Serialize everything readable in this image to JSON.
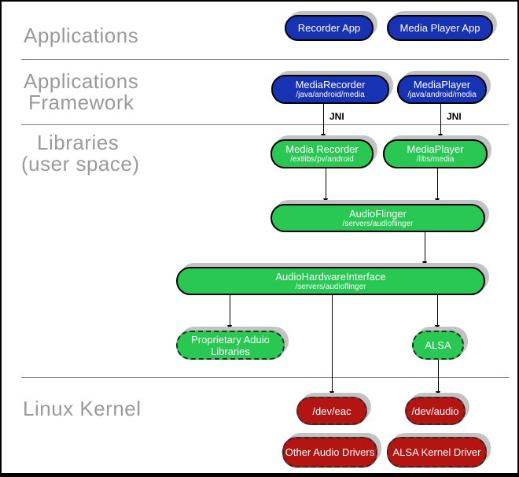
{
  "sections": {
    "applications": {
      "line1": "Applications"
    },
    "applications_framework": {
      "line1": "Applications",
      "line2": "Framework"
    },
    "libraries": {
      "line1": "Libraries",
      "line2": "(user space)"
    },
    "linux_kernel": {
      "line1": "Linux Kernel"
    }
  },
  "edges": {
    "jni_label": "JNI"
  },
  "nodes": {
    "recorder_app": {
      "title": "Recorder App"
    },
    "media_player_app": {
      "title": "Media Player App"
    },
    "media_recorder_fw": {
      "title": "MediaRecorder",
      "subtitle": "/java/android/media"
    },
    "media_player_fw": {
      "title": "MediaPlayer",
      "subtitle": "/java/android/media"
    },
    "media_recorder_lib": {
      "title": "Media Recorder",
      "subtitle": "/extlibs/pv/android"
    },
    "media_player_lib": {
      "title": "MediaPlayer",
      "subtitle": "/libs/media"
    },
    "audioflinger": {
      "title": "AudioFlinger",
      "subtitle": "/servers/audioflinger"
    },
    "audio_hardware_interface": {
      "title": "AudioHardwareInterface",
      "subtitle": "/servers/audioflinger"
    },
    "proprietary_audio_libraries": {
      "title": "Proprietary Aduio Libraries"
    },
    "alsa": {
      "title": "ALSA"
    },
    "dev_eac": {
      "title": "/dev/eac"
    },
    "dev_audio": {
      "title": "/dev/audio"
    },
    "other_audio_drivers": {
      "title": "Other Audio Drivers"
    },
    "alsa_kernel_driver": {
      "title": "ALSA Kernel Driver"
    }
  },
  "colors": {
    "app_blue": "#1733b4",
    "lib_green": "#28c853",
    "kernel_red": "#b31512",
    "label_gray": "#9a9a9a",
    "shadow_gray": "#c3c3c3",
    "line_gray": "#808080"
  }
}
